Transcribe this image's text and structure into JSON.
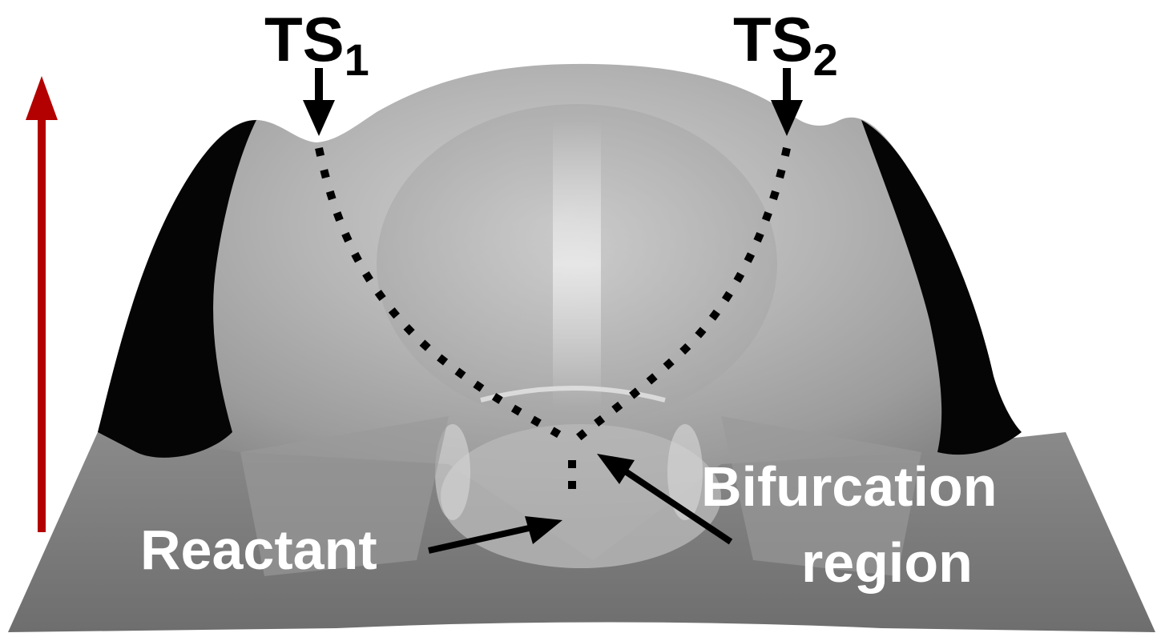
{
  "labels": {
    "ts1": {
      "main": "TS",
      "sub": "1"
    },
    "ts2": {
      "main": "TS",
      "sub": "2"
    },
    "reactant": "Reactant",
    "bifurcation_line1": "Bifurcation",
    "bifurcation_line2": "region"
  },
  "colors": {
    "energy_arrow": "#b30000",
    "annotation": "#000000",
    "label_white": "#ffffff"
  }
}
